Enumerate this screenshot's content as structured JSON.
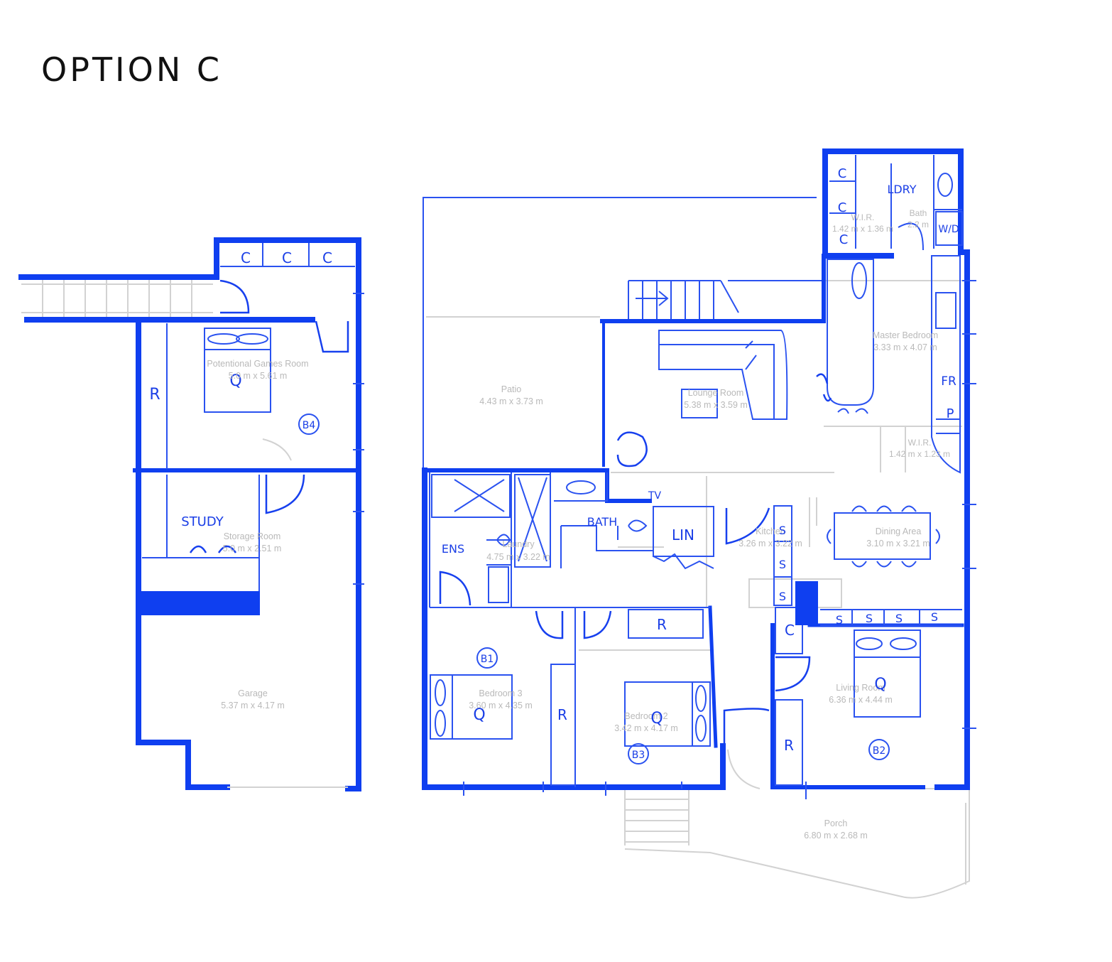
{
  "title": "OPTION C",
  "colors": {
    "ink": "#0f3ff0",
    "faint": "#b9b9b9",
    "title": "#111111"
  },
  "rooms": [
    {
      "id": "games",
      "name": "Potentional Games Room",
      "dims": "5.0 m x 5.61 m"
    },
    {
      "id": "storage",
      "name": "Storage Room",
      "dims": "5.0 m x 2.51 m"
    },
    {
      "id": "garage",
      "name": "Garage",
      "dims": "5.37 m x 4.17 m"
    },
    {
      "id": "patio",
      "name": "Patio",
      "dims": "4.43 m x 3.73 m"
    },
    {
      "id": "lounge",
      "name": "Lounge Room",
      "dims": "5.38 m x 3.59 m"
    },
    {
      "id": "master",
      "name": "Master Bedroom",
      "dims": "3.33 m x 4.07 m"
    },
    {
      "id": "wir1",
      "name": "W.I.R.",
      "dims": "1.42 m x 1.23 m"
    },
    {
      "id": "wir2",
      "name": "W.I.R.",
      "dims": "1.42 m x 1.36 m"
    },
    {
      "id": "bath",
      "name": "Bath",
      "dims": "2.2 m"
    },
    {
      "id": "laundry",
      "name": "Laundry",
      "dims": "4.75 m x 3.22 m"
    },
    {
      "id": "kitchen",
      "name": "Kitchen",
      "dims": "3.26 m x 3.22 m"
    },
    {
      "id": "dining",
      "name": "Dining Area",
      "dims": "3.10 m x 3.21 m"
    },
    {
      "id": "bed3",
      "name": "Bedroom 3",
      "dims": "3.60 m x 4.35 m"
    },
    {
      "id": "bed2",
      "name": "Bedroom 2",
      "dims": "3.42 m x 4.17 m"
    },
    {
      "id": "living",
      "name": "Living Room",
      "dims": "6.36 m x 4.44 m"
    },
    {
      "id": "porch",
      "name": "Porch",
      "dims": "6.80 m x 2.68 m"
    }
  ],
  "annotations": {
    "cupboard": "C",
    "robe": "R",
    "queen": "Q",
    "shelf": "S",
    "study": "STUDY",
    "ensuite": "ENS",
    "bath": "BATH",
    "linen": "LIN",
    "laundry": "LDRY",
    "washer_dryer": "W/D",
    "fridge": "FR",
    "pantry": "P",
    "tv": "TV",
    "b1": "B1",
    "b2": "B2",
    "b3": "B3",
    "b4": "B4"
  }
}
